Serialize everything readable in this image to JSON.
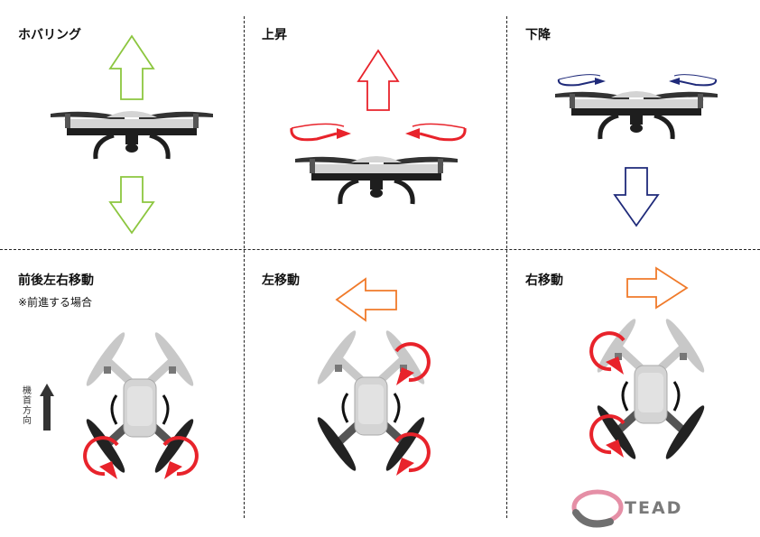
{
  "panels": {
    "hover": {
      "title": "ホバリング"
    },
    "ascend": {
      "title": "上昇"
    },
    "descend": {
      "title": "下降"
    },
    "move": {
      "title": "前後左右移動",
      "note": "※前進する場合"
    },
    "left": {
      "title": "左移動"
    },
    "right": {
      "title": "右移動"
    }
  },
  "direction_label": "機首方向",
  "logo": {
    "text": "TEAD"
  },
  "colors": {
    "green": "#8cc63f",
    "red": "#e8232b",
    "navy": "#1f2a7a",
    "orange": "#f07a2a",
    "drone_body": "#d4d4d4",
    "drone_dark": "#222222",
    "logo_pink": "#e58fa6"
  }
}
